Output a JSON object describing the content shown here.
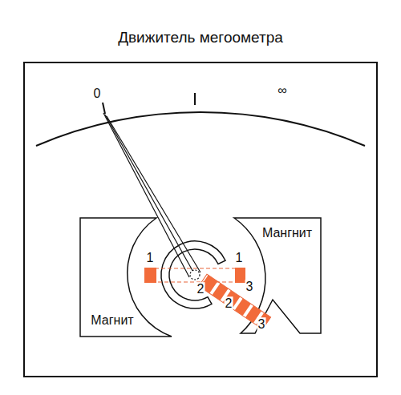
{
  "diagram": {
    "title": "Движитель мегоометра",
    "labels": [
      "0",
      "∞",
      "Мангнит",
      "1",
      "1",
      "2",
      "3",
      "2",
      "3",
      "Магнит"
    ]
  }
}
